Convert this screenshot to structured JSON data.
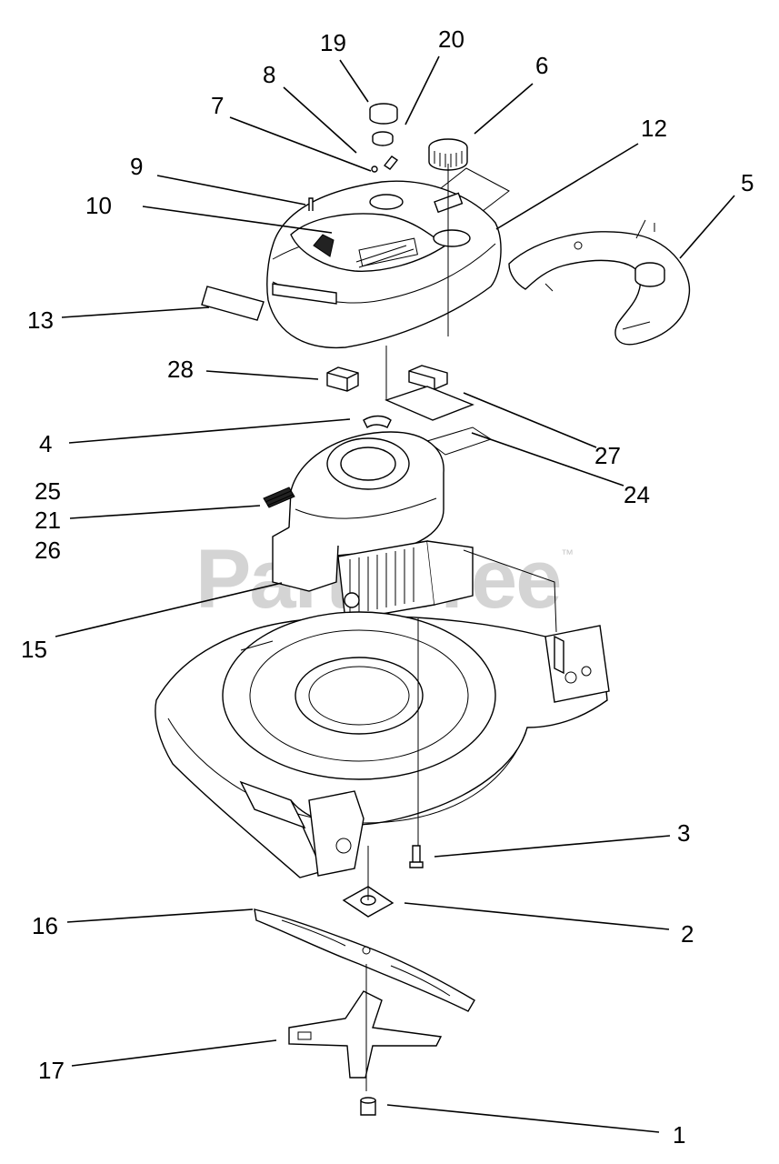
{
  "watermark": {
    "text": "PartsTree",
    "trademark": "™"
  },
  "callouts": [
    {
      "id": "c19",
      "label": "19"
    },
    {
      "id": "c20",
      "label": "20"
    },
    {
      "id": "c8",
      "label": "8"
    },
    {
      "id": "c6",
      "label": "6"
    },
    {
      "id": "c7",
      "label": "7"
    },
    {
      "id": "c12",
      "label": "12"
    },
    {
      "id": "c9",
      "label": "9"
    },
    {
      "id": "c5",
      "label": "5"
    },
    {
      "id": "c10",
      "label": "10"
    },
    {
      "id": "c13",
      "label": "13"
    },
    {
      "id": "c28",
      "label": "28"
    },
    {
      "id": "c4",
      "label": "4"
    },
    {
      "id": "c27",
      "label": "27"
    },
    {
      "id": "c24",
      "label": "24"
    },
    {
      "id": "c25",
      "label": "25"
    },
    {
      "id": "c21",
      "label": "21"
    },
    {
      "id": "c26",
      "label": "26"
    },
    {
      "id": "c15",
      "label": "15"
    },
    {
      "id": "c3",
      "label": "3"
    },
    {
      "id": "c16",
      "label": "16"
    },
    {
      "id": "c2",
      "label": "2"
    },
    {
      "id": "c17",
      "label": "17"
    },
    {
      "id": "c1",
      "label": "1"
    }
  ]
}
